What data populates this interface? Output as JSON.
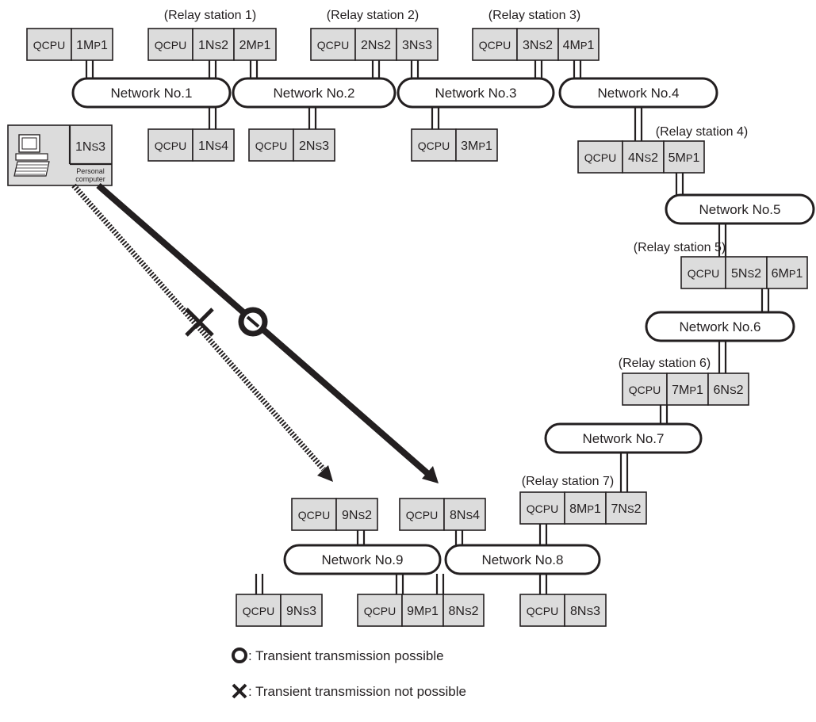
{
  "stations": [
    {
      "id": "s1",
      "cells": [
        "QCPU",
        "1MP1"
      ]
    },
    {
      "id": "r1",
      "relay": "(Relay station 1)",
      "cells": [
        "QCPU",
        "1NS2",
        "2MP1"
      ]
    },
    {
      "id": "r2",
      "relay": "(Relay station 2)",
      "cells": [
        "QCPU",
        "2NS2",
        "3NS3"
      ]
    },
    {
      "id": "r3",
      "relay": "(Relay station 3)",
      "cells": [
        "QCPU",
        "3NS2",
        "4MP1"
      ]
    },
    {
      "id": "s_1ns4",
      "cells": [
        "QCPU",
        "1NS4"
      ]
    },
    {
      "id": "s_2ns3",
      "cells": [
        "QCPU",
        "2NS3"
      ]
    },
    {
      "id": "s_3mp1",
      "cells": [
        "QCPU",
        "3MP1"
      ]
    },
    {
      "id": "r4",
      "relay": "(Relay station 4)",
      "cells": [
        "QCPU",
        "4NS2",
        "5MP1"
      ]
    },
    {
      "id": "r5",
      "relay": "(Relay station 5)",
      "cells": [
        "QCPU",
        "5NS2",
        "6MP1"
      ]
    },
    {
      "id": "r6",
      "relay": "(Relay station 6)",
      "cells": [
        "QCPU",
        "7MP1",
        "6NS2"
      ]
    },
    {
      "id": "r7",
      "relay": "(Relay station 7)",
      "cells": [
        "QCPU",
        "8MP1",
        "7NS2"
      ]
    },
    {
      "id": "s_9ns2",
      "cells": [
        "QCPU",
        "9NS2"
      ]
    },
    {
      "id": "s_8ns4",
      "cells": [
        "QCPU",
        "8NS4"
      ]
    },
    {
      "id": "s_9ns3",
      "cells": [
        "QCPU",
        "9NS3"
      ]
    },
    {
      "id": "s_9mp1",
      "cells": [
        "QCPU",
        "9MP1",
        "8NS2"
      ]
    },
    {
      "id": "s_8ns3",
      "cells": [
        "QCPU",
        "8NS3"
      ]
    }
  ],
  "pc": {
    "station": "1NS3",
    "label_line1": "Personal",
    "label_line2": "computer"
  },
  "networks": [
    "Network No.1",
    "Network No.2",
    "Network No.3",
    "Network No.4",
    "Network No.5",
    "Network No.6",
    "Network No.7",
    "Network No.8",
    "Network No.9"
  ],
  "legend": {
    "possible": "Transient transmission possible",
    "not_possible": "Transient transmission not possible",
    "sep": ": "
  },
  "colors": {
    "box_fill": "#dcdcdc",
    "line": "#231f20"
  }
}
